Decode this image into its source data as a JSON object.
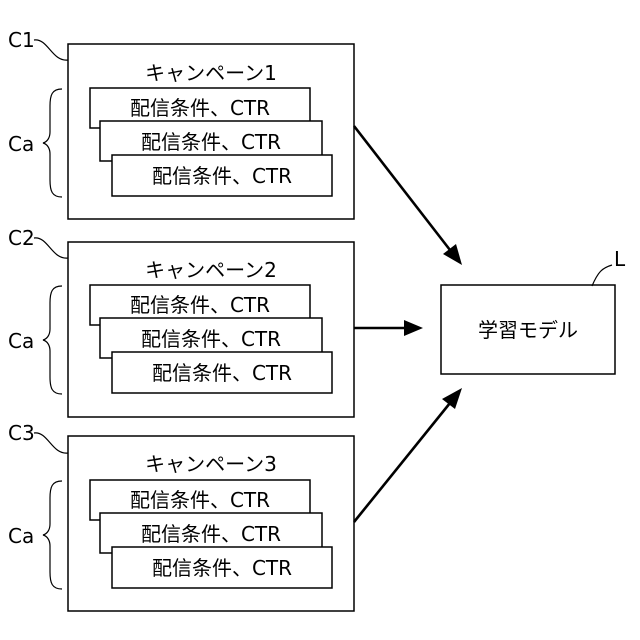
{
  "campaigns": [
    {
      "ref": "C1",
      "title": "キャンペーン1",
      "group_ref": "Ca",
      "cards": [
        "配信条件、CTR",
        "配信条件、CTR",
        "配信条件、CTR"
      ]
    },
    {
      "ref": "C2",
      "title": "キャンペーン2",
      "group_ref": "Ca",
      "cards": [
        "配信条件、CTR",
        "配信条件、CTR",
        "配信条件、CTR"
      ]
    },
    {
      "ref": "C3",
      "title": "キャンペーン3",
      "group_ref": "Ca",
      "cards": [
        "配信条件、CTR",
        "配信条件、CTR",
        "配信条件、CTR"
      ]
    }
  ],
  "model": {
    "ref": "L",
    "label": "学習モデル"
  }
}
